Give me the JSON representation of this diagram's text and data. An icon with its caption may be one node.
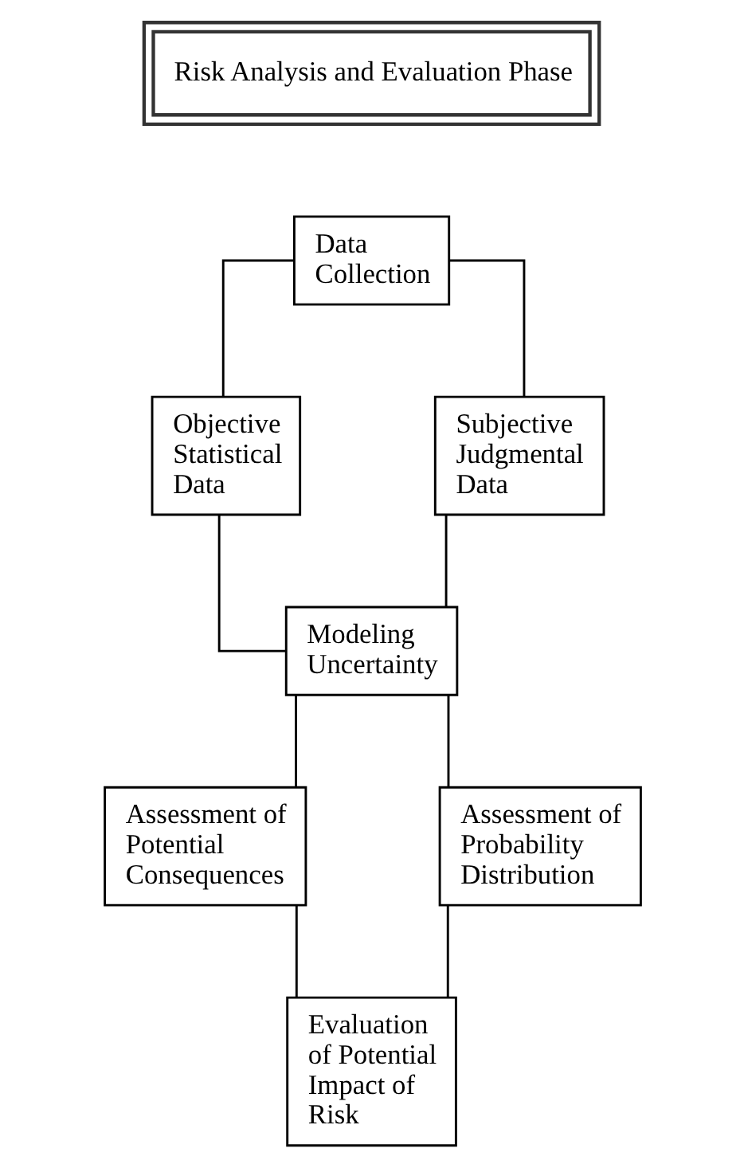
{
  "diagram": {
    "nodes": [
      {
        "text": [
          "Risk Analysis and Evaluation Phase"
        ]
      },
      {
        "text": [
          "Data Collection"
        ]
      },
      {
        "text": [
          "Objective Statistical Data"
        ]
      },
      {
        "text": [
          "Subjective Judgmental Data"
        ]
      },
      {
        "text": [
          "Modeling Uncertainty"
        ]
      },
      {
        "text": [
          "Assessment of Potential Consequences"
        ]
      },
      {
        "text": [
          "Assessment of Probability Distribution"
        ]
      },
      {
        "text": [
          "Evaluation of Potential Impact of Risk"
        ]
      }
    ],
    "edges": [
      {
        "from": 1,
        "to": 2,
        "arrow": "none"
      },
      {
        "from": 1,
        "to": 3,
        "arrow": "none"
      },
      {
        "from": 2,
        "to": 4,
        "arrow": "none"
      },
      {
        "from": 3,
        "to": 4,
        "arrow": "none"
      },
      {
        "from": 4,
        "to": 5,
        "arrow": "none"
      },
      {
        "from": 4,
        "to": 6,
        "arrow": "none"
      },
      {
        "from": 5,
        "to": 7,
        "arrow": "none"
      },
      {
        "from": 6,
        "to": 7,
        "arrow": "none"
      }
    ]
  }
}
